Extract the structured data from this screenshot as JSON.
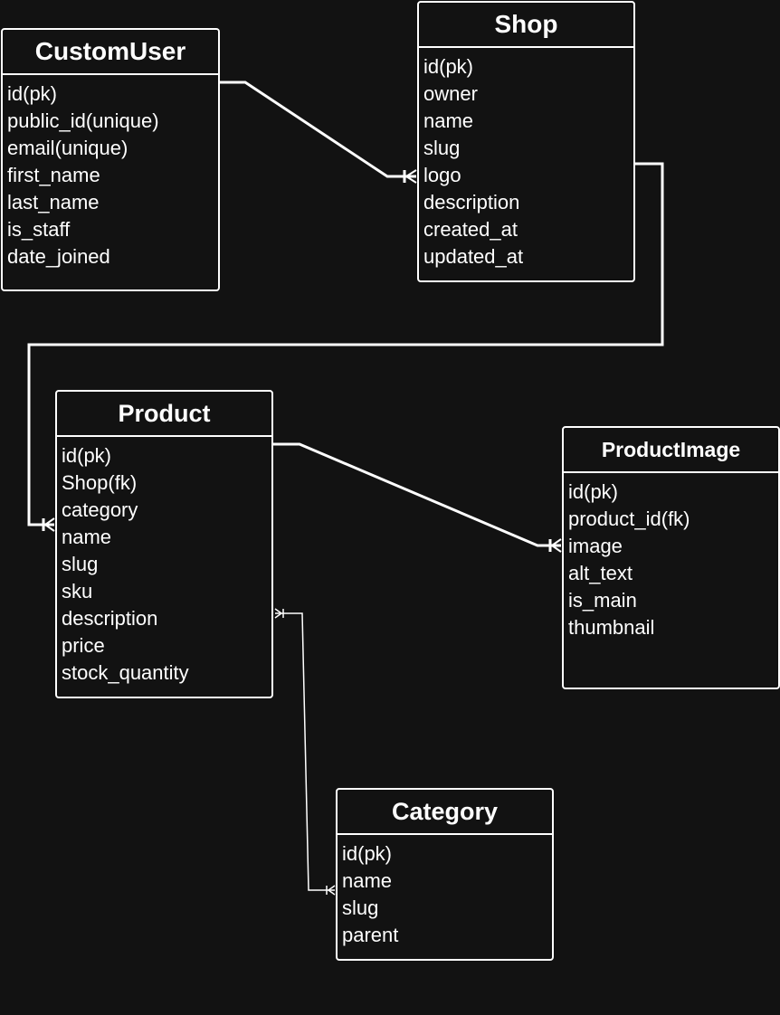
{
  "entities": {
    "custom_user": {
      "title": "CustomUser",
      "fields": [
        "id(pk)",
        "public_id(unique)",
        "email(unique)",
        "first_name",
        "last_name",
        "is_staff",
        "date_joined"
      ]
    },
    "shop": {
      "title": "Shop",
      "fields": [
        "id(pk)",
        "owner",
        "name",
        "slug",
        "logo",
        "description",
        "created_at",
        "updated_at"
      ]
    },
    "product": {
      "title": "Product",
      "fields": [
        "id(pk)",
        "Shop(fk)",
        "category",
        "name",
        "slug",
        "sku",
        "description",
        "price",
        "stock_quantity"
      ]
    },
    "product_image": {
      "title": "ProductImage",
      "fields": [
        "id(pk)",
        "product_id(fk)",
        "image",
        "alt_text",
        "is_main",
        "thumbnail"
      ]
    },
    "category": {
      "title": "Category",
      "fields": [
        "id(pk)",
        "name",
        "slug",
        "parent"
      ]
    }
  },
  "relationships": [
    {
      "from": "CustomUser",
      "to": "Shop",
      "cardinality": "one-to-many"
    },
    {
      "from": "Shop",
      "to": "Product",
      "cardinality": "one-to-many"
    },
    {
      "from": "Product",
      "to": "ProductImage",
      "cardinality": "one-to-many"
    },
    {
      "from": "Product",
      "to": "Category",
      "cardinality": "many-to-many"
    }
  ],
  "colors": {
    "background": "#121212",
    "foreground": "#ffffff"
  }
}
